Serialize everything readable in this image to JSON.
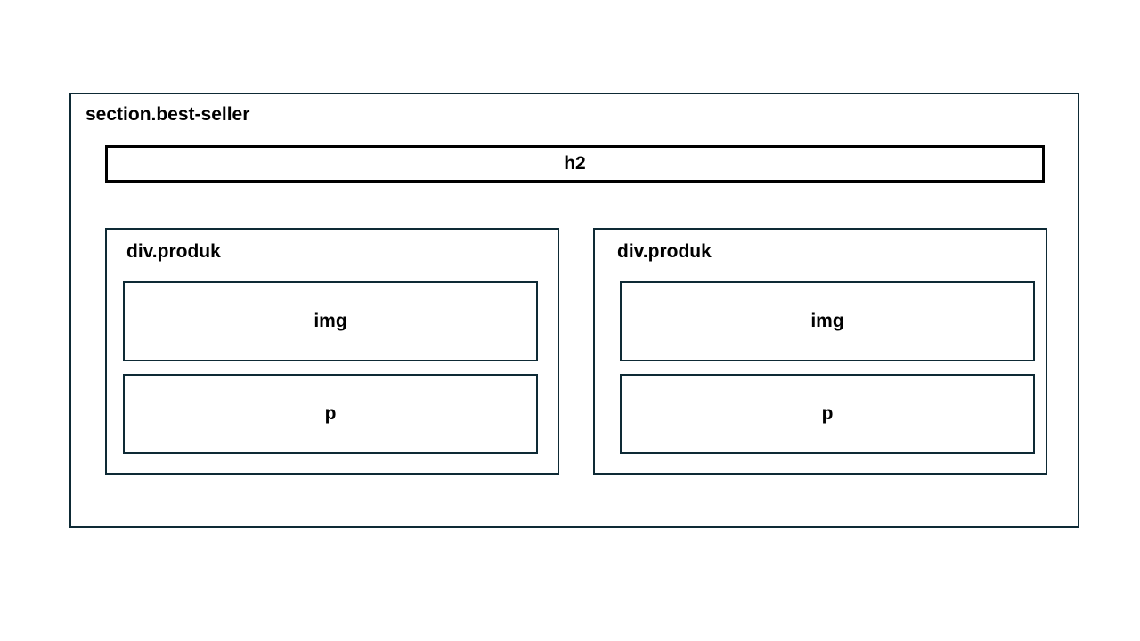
{
  "section": {
    "label": "section.best-seller"
  },
  "heading": {
    "label": "h2"
  },
  "products": [
    {
      "label": "div.produk",
      "img_label": "img",
      "p_label": "p"
    },
    {
      "label": "div.produk",
      "img_label": "img",
      "p_label": "p"
    }
  ],
  "colors": {
    "box_border": "#0e2a35",
    "heading_border": "#000000",
    "background": "#ffffff",
    "text": "#000000"
  }
}
